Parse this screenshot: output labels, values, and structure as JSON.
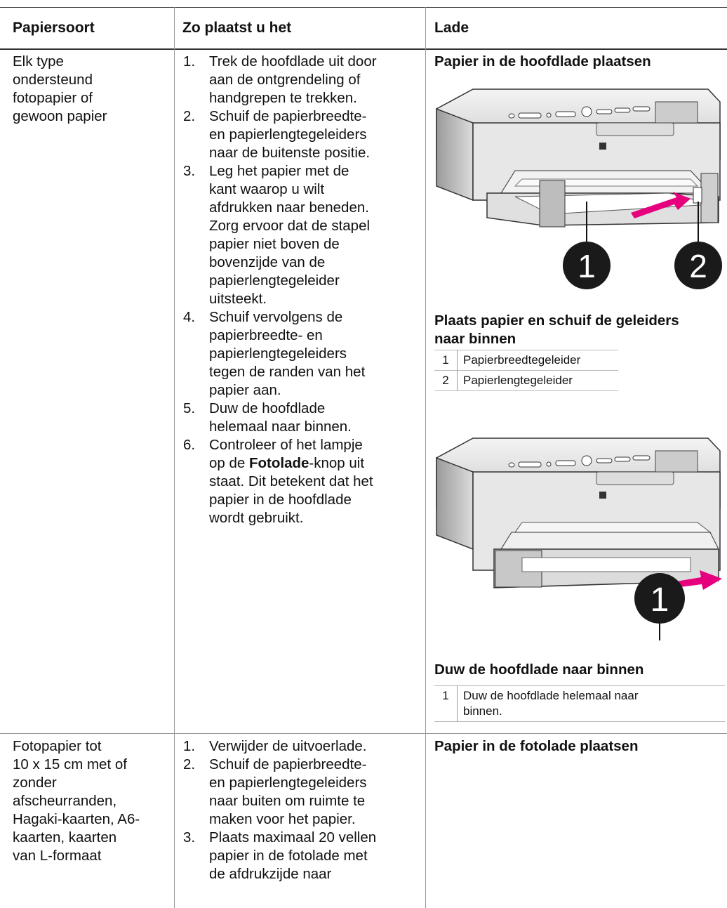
{
  "header": {
    "col1": "Papiersoort",
    "col2": "Zo plaatst u het",
    "col3": "Lade"
  },
  "row1": {
    "paper_type": [
      "Elk type",
      "ondersteund",
      "fotopapier of",
      "gewoon papier"
    ],
    "steps": [
      {
        "num": "1.",
        "lines": [
          "Trek de hoofdlade uit door",
          "aan de ontgrendeling of",
          "handgrepen te trekken."
        ]
      },
      {
        "num": "2.",
        "lines": [
          "Schuif de papierbreedte-",
          "en papierlengtegeleiders",
          "naar de buitenste positie."
        ]
      },
      {
        "num": "3.",
        "lines": [
          "Leg het papier met de",
          "kant waarop u wilt",
          "afdrukken naar beneden.",
          "Zorg ervoor dat de stapel",
          "papier niet boven de",
          "bovenzijde van de",
          "papierlengtegeleider",
          "uitsteekt."
        ]
      },
      {
        "num": "4.",
        "lines": [
          "Schuif vervolgens de",
          "papierbreedte- en",
          "papierlengtegeleiders",
          "tegen de randen van het",
          "papier aan."
        ]
      },
      {
        "num": "5.",
        "lines": [
          "Duw de hoofdlade",
          "helemaal naar binnen."
        ]
      }
    ],
    "step6": {
      "num": "6.",
      "line1_pre": "Controleer of het lampje",
      "line2_pre": "op de ",
      "line2_bold": "Fotolade",
      "line2_post": "-knop uit",
      "rest": [
        "staat. Dit betekent dat het",
        "papier in de hoofdlade",
        "wordt gebruikt."
      ]
    },
    "tray": {
      "heading": "Papier in de hoofdlade plaatsen",
      "callout1": "1",
      "callout2": "2",
      "caption1_line1": "Plaats papier en schuif de geleiders",
      "caption1_line2": "naar binnen",
      "legend1": [
        {
          "k": "1",
          "v": "Papierbreedtegeleider"
        },
        {
          "k": "2",
          "v": "Papierlengtegeleider"
        }
      ],
      "callout3": "1",
      "caption2": "Duw de hoofdlade naar binnen",
      "legend2": [
        {
          "k": "1",
          "v1": "Duw de hoofdlade helemaal naar",
          "v2": "binnen."
        }
      ]
    }
  },
  "row2": {
    "paper_type": [
      "Fotopapier tot",
      "10 x 15 cm met of",
      "zonder",
      "afscheurranden,",
      "Hagaki-kaarten, A6-",
      "kaarten, kaarten",
      "van L-formaat"
    ],
    "steps": [
      {
        "num": "1.",
        "lines": [
          "Verwijder de uitvoerlade."
        ]
      },
      {
        "num": "2.",
        "lines": [
          "Schuif de papierbreedte-",
          "en papierlengtegeleiders",
          "naar buiten om ruimte te",
          "maken voor het papier."
        ]
      },
      {
        "num": "3.",
        "lines": [
          "Plaats maximaal 20 vellen",
          "papier in de fotolade met",
          "de afdrukzijde naar"
        ]
      }
    ],
    "tray_heading": "Papier in de fotolade plaatsen"
  },
  "colors": {
    "accent_arrow": "#e6007e",
    "rule": "#333333"
  }
}
